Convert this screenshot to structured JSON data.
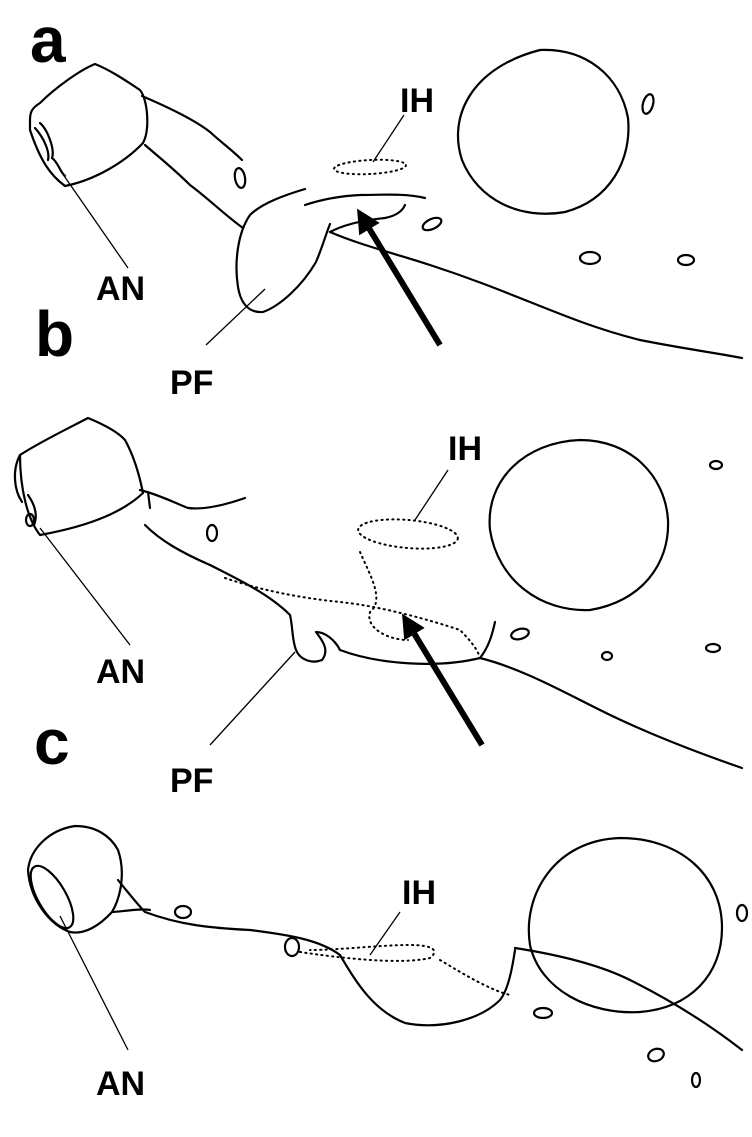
{
  "panels": [
    {
      "letter": "a",
      "labels": {
        "ih": "IH",
        "an": "AN",
        "pf": "PF"
      }
    },
    {
      "letter": "b",
      "labels": {
        "ih": "IH",
        "an": "AN",
        "pf": "PF"
      }
    },
    {
      "letter": "c",
      "labels": {
        "ih": "IH",
        "an": "AN"
      }
    }
  ]
}
